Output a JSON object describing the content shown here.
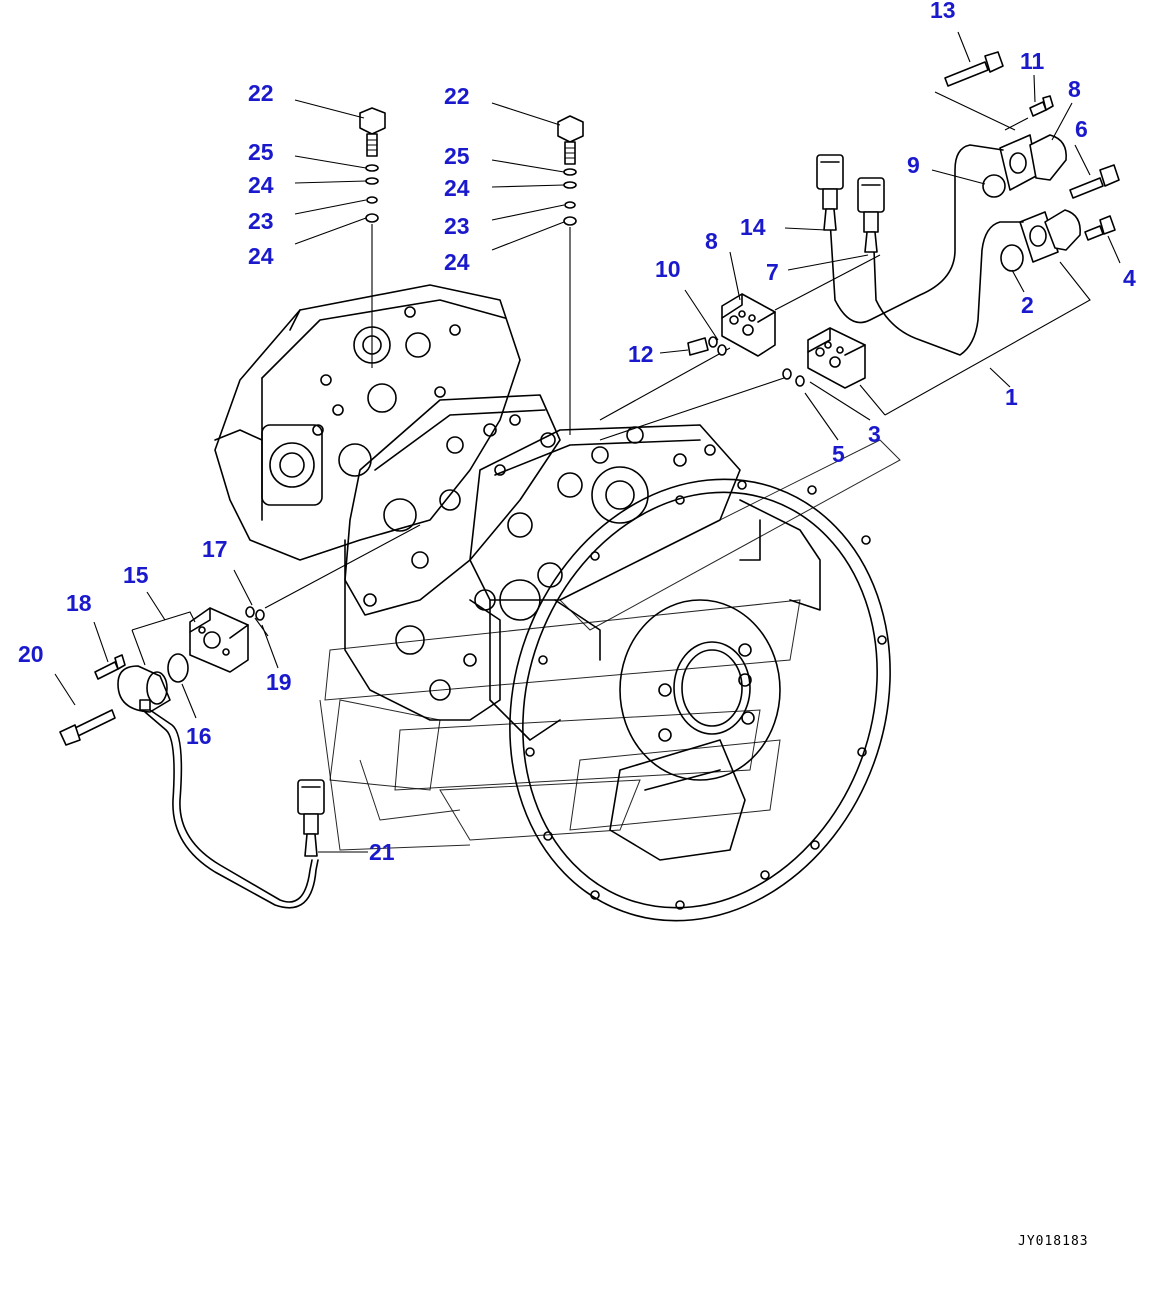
{
  "diagram": {
    "drawing_id": "JY018183",
    "callouts": [
      {
        "id": "c13",
        "label": "13"
      },
      {
        "id": "c11",
        "label": "11"
      },
      {
        "id": "c8a",
        "label": "8"
      },
      {
        "id": "c6",
        "label": "6"
      },
      {
        "id": "c9",
        "label": "9"
      },
      {
        "id": "c14",
        "label": "14"
      },
      {
        "id": "c8b",
        "label": "8"
      },
      {
        "id": "c7",
        "label": "7"
      },
      {
        "id": "c4",
        "label": "4"
      },
      {
        "id": "c10",
        "label": "10"
      },
      {
        "id": "c2",
        "label": "2"
      },
      {
        "id": "c12",
        "label": "12"
      },
      {
        "id": "c1",
        "label": "1"
      },
      {
        "id": "c3",
        "label": "3"
      },
      {
        "id": "c5",
        "label": "5"
      },
      {
        "id": "c22a",
        "label": "22"
      },
      {
        "id": "c25a",
        "label": "25"
      },
      {
        "id": "c24a",
        "label": "24"
      },
      {
        "id": "c23a",
        "label": "23"
      },
      {
        "id": "c24b",
        "label": "24"
      },
      {
        "id": "c22b",
        "label": "22"
      },
      {
        "id": "c25b",
        "label": "25"
      },
      {
        "id": "c24c",
        "label": "24"
      },
      {
        "id": "c23b",
        "label": "23"
      },
      {
        "id": "c24d",
        "label": "24"
      },
      {
        "id": "c17",
        "label": "17"
      },
      {
        "id": "c15",
        "label": "15"
      },
      {
        "id": "c18",
        "label": "18"
      },
      {
        "id": "c20",
        "label": "20"
      },
      {
        "id": "c19",
        "label": "19"
      },
      {
        "id": "c16",
        "label": "16"
      },
      {
        "id": "c21",
        "label": "21"
      }
    ]
  }
}
